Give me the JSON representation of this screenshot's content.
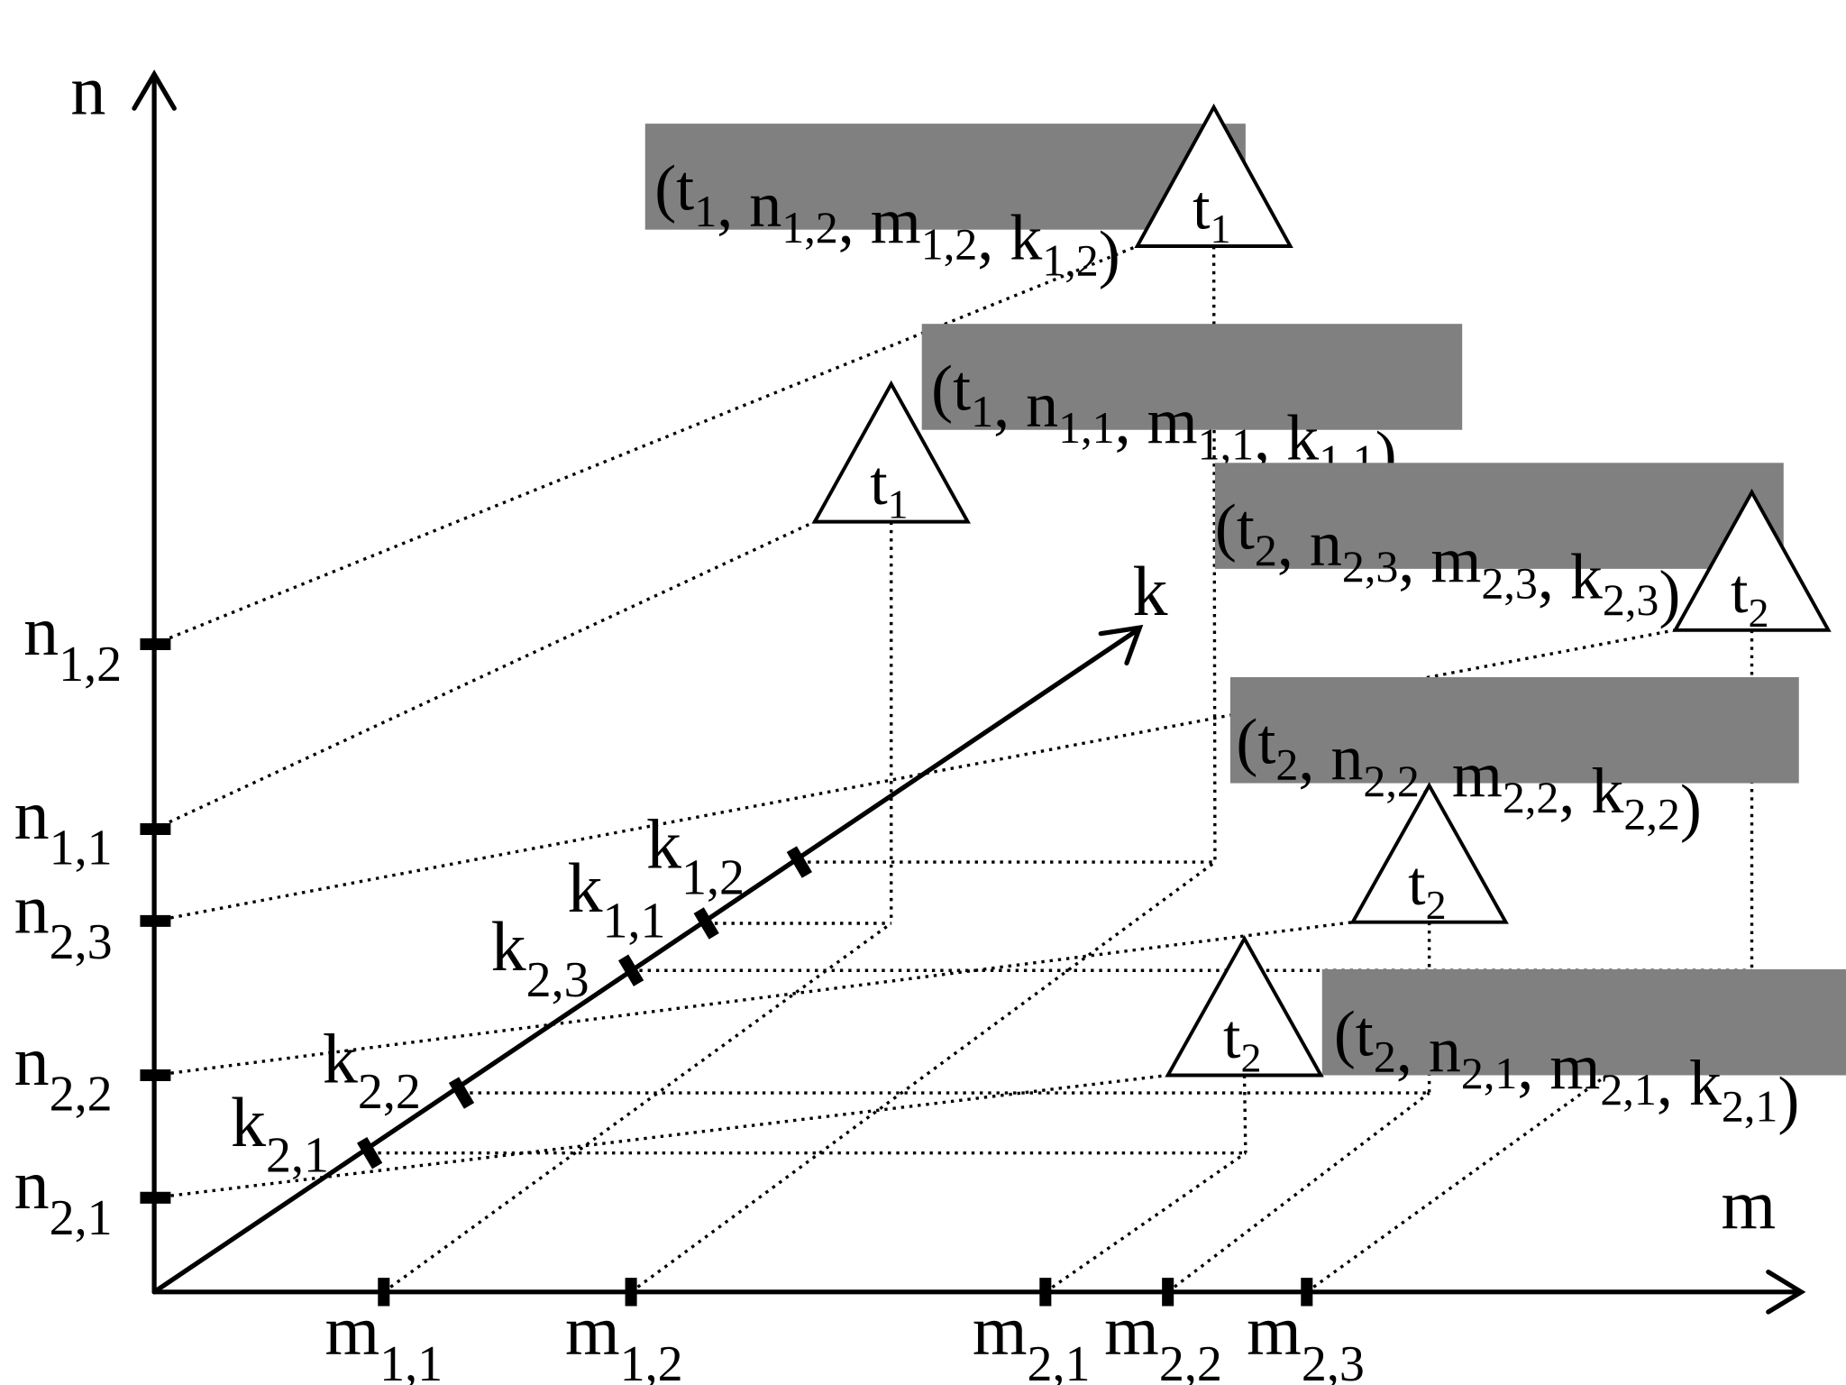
{
  "axes": {
    "n_label": "n",
    "m_label": "m",
    "k_label": "k"
  },
  "n_ticks": [
    {
      "base": "n",
      "sub": "1,2"
    },
    {
      "base": "n",
      "sub": "1,1"
    },
    {
      "base": "n",
      "sub": "2,3"
    },
    {
      "base": "n",
      "sub": "2,2"
    },
    {
      "base": "n",
      "sub": "2,1"
    }
  ],
  "m_ticks": [
    {
      "base": "m",
      "sub": "1,1"
    },
    {
      "base": "m",
      "sub": "1,2"
    },
    {
      "base": "m",
      "sub": "2,1"
    },
    {
      "base": "m",
      "sub": "2,2"
    },
    {
      "base": "m",
      "sub": "2,3"
    }
  ],
  "k_ticks": [
    {
      "base": "k",
      "sub": "2,1"
    },
    {
      "base": "k",
      "sub": "2,2"
    },
    {
      "base": "k",
      "sub": "2,3"
    },
    {
      "base": "k",
      "sub": "1,1"
    },
    {
      "base": "k",
      "sub": "1,2"
    }
  ],
  "points": [
    {
      "id": "p12",
      "triangle": {
        "base": "t",
        "sub": "1"
      },
      "tuple": [
        {
          "b": "(t",
          "s": "1"
        },
        {
          "b": ", n",
          "s": "1,2"
        },
        {
          "b": ", m",
          "s": "1,2"
        },
        {
          "b": ", k",
          "s": "1,2"
        },
        {
          "b": ")",
          "s": ""
        }
      ]
    },
    {
      "id": "p11",
      "triangle": {
        "base": "t",
        "sub": "1"
      },
      "tuple": [
        {
          "b": "(t",
          "s": "1"
        },
        {
          "b": ", n",
          "s": "1,1"
        },
        {
          "b": ", m",
          "s": "1,1"
        },
        {
          "b": ", k",
          "s": "1,1"
        },
        {
          "b": ")",
          "s": ""
        }
      ]
    },
    {
      "id": "p23",
      "triangle": {
        "base": "t",
        "sub": "2"
      },
      "tuple": [
        {
          "b": "(t",
          "s": "2"
        },
        {
          "b": ", n",
          "s": "2,3"
        },
        {
          "b": ", m",
          "s": "2,3"
        },
        {
          "b": ", k",
          "s": "2,3"
        },
        {
          "b": ")",
          "s": ""
        }
      ]
    },
    {
      "id": "p22",
      "triangle": {
        "base": "t",
        "sub": "2"
      },
      "tuple": [
        {
          "b": "(t",
          "s": "2"
        },
        {
          "b": ", n",
          "s": "2,2"
        },
        {
          "b": ", m",
          "s": "2,2"
        },
        {
          "b": ", k",
          "s": "2,2"
        },
        {
          "b": ")",
          "s": ""
        }
      ]
    },
    {
      "id": "p21",
      "triangle": {
        "base": "t",
        "sub": "2"
      },
      "tuple": [
        {
          "b": "(t",
          "s": "2"
        },
        {
          "b": ", n",
          "s": "2,1"
        },
        {
          "b": ", m",
          "s": "2,1"
        },
        {
          "b": ", k",
          "s": "2,1"
        },
        {
          "b": ")",
          "s": ""
        }
      ]
    }
  ],
  "colors": {
    "tuple_box": "#808080",
    "ink": "#000000",
    "triangle_fill": "#ffffff"
  }
}
